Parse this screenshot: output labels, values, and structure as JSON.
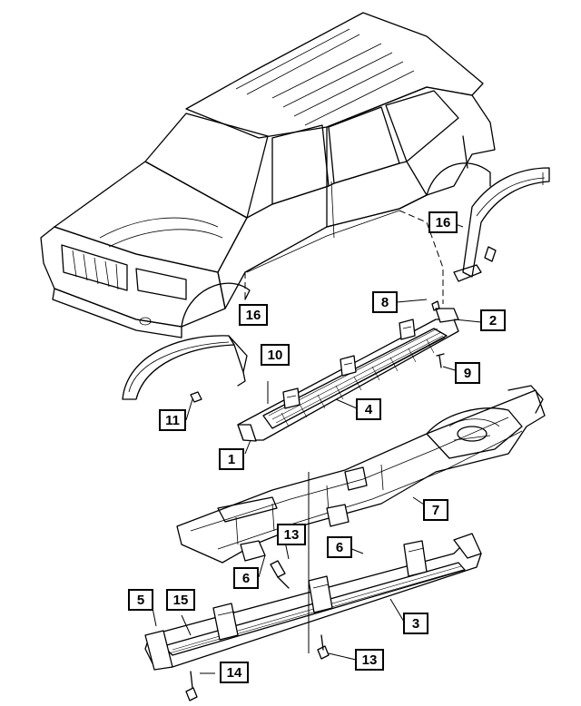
{
  "diagram": {
    "callouts": [
      {
        "id": "c1",
        "label": "1"
      },
      {
        "id": "c2",
        "label": "2"
      },
      {
        "id": "c3",
        "label": "3"
      },
      {
        "id": "c4",
        "label": "4"
      },
      {
        "id": "c5",
        "label": "5"
      },
      {
        "id": "c6a",
        "label": "6"
      },
      {
        "id": "c6b",
        "label": "6"
      },
      {
        "id": "c7",
        "label": "7"
      },
      {
        "id": "c8",
        "label": "8"
      },
      {
        "id": "c9",
        "label": "9"
      },
      {
        "id": "c10",
        "label": "10"
      },
      {
        "id": "c11",
        "label": "11"
      },
      {
        "id": "c13a",
        "label": "13"
      },
      {
        "id": "c13b",
        "label": "13"
      },
      {
        "id": "c14",
        "label": "14"
      },
      {
        "id": "c15",
        "label": "15"
      },
      {
        "id": "c16a",
        "label": "16"
      },
      {
        "id": "c16b",
        "label": "16"
      }
    ]
  }
}
